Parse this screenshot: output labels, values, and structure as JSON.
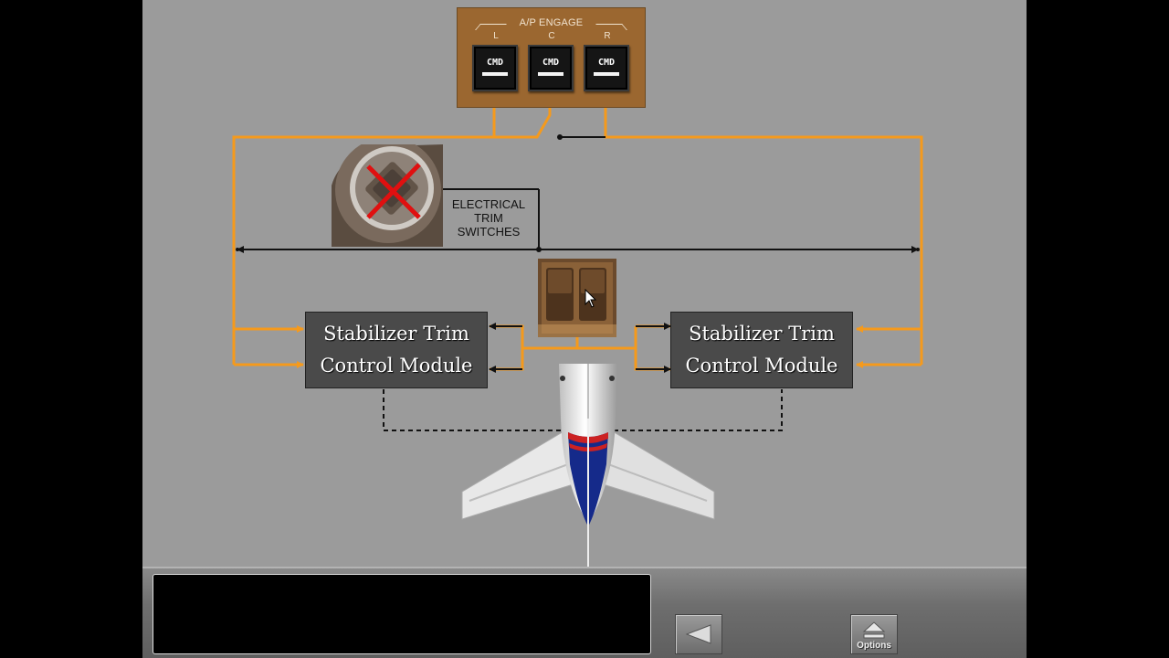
{
  "ap_engage": {
    "title": "A/P ENGAGE",
    "positions": [
      "L",
      "C",
      "R"
    ],
    "buttons": [
      "CMD",
      "CMD",
      "CMD"
    ]
  },
  "trim_switches_label": [
    "ELECTRICAL",
    "TRIM",
    "SWITCHES"
  ],
  "modules": {
    "left": [
      "Stabilizer Trim",
      "Control Module"
    ],
    "right": [
      "Stabilizer Trim",
      "Control Module"
    ]
  },
  "bottom_bar": {
    "text": "",
    "options_label": "Options"
  },
  "colors": {
    "background": "#9b9b9b",
    "wire": "#f59a1c",
    "panel": "#9b6730",
    "module": "#4a4a4a"
  },
  "icons": [
    "cursor-icon",
    "back-arrow-icon",
    "eject-icon"
  ]
}
